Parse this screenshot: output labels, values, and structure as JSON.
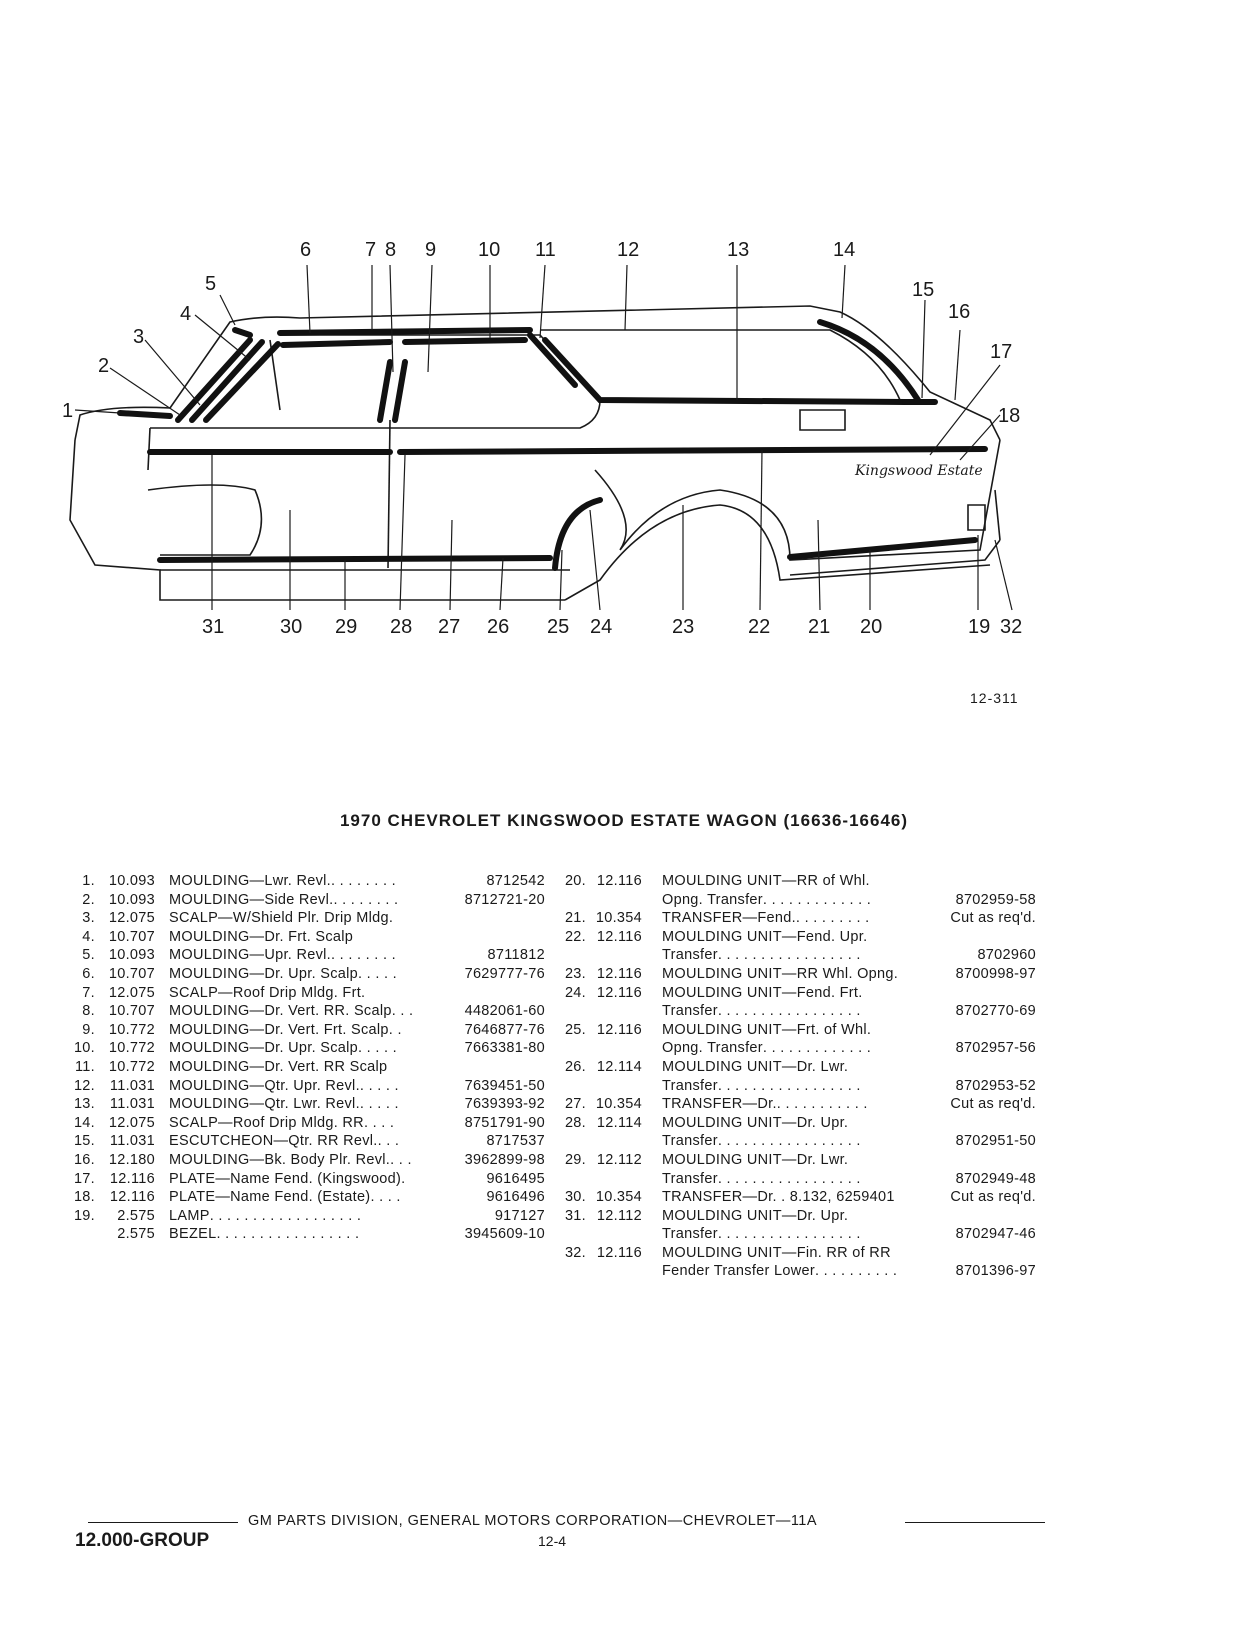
{
  "figure": {
    "id": "12-311",
    "callouts": [
      "1",
      "2",
      "3",
      "4",
      "5",
      "6",
      "7",
      "8",
      "9",
      "10",
      "11",
      "12",
      "13",
      "14",
      "15",
      "16",
      "17",
      "18",
      "19",
      "20",
      "21",
      "22",
      "23",
      "24",
      "25",
      "26",
      "27",
      "28",
      "29",
      "30",
      "31",
      "32"
    ]
  },
  "title": "1970 CHEVROLET KINGSWOOD ESTATE WAGON (16636-16646)",
  "parts_left": [
    {
      "num": "1.",
      "group": "10.093",
      "desc": "MOULDING—Lwr. Revl.",
      "leader": " . . . . . . . .",
      "part": "8712542"
    },
    {
      "num": "2.",
      "group": "10.093",
      "desc": "MOULDING—Side Revl.",
      "leader": " . . . . . . . .",
      "part": "8712721-20"
    },
    {
      "num": "3.",
      "group": "12.075",
      "desc": "SCALP—W/Shield Plr. Drip Mldg.",
      "leader": "",
      "part": ""
    },
    {
      "num": "4.",
      "group": "10.707",
      "desc": "MOULDING—Dr. Frt. Scalp",
      "leader": "",
      "part": ""
    },
    {
      "num": "5.",
      "group": "10.093",
      "desc": "MOULDING—Upr. Revl.",
      "leader": " . . . . . . . .",
      "part": "8711812"
    },
    {
      "num": "6.",
      "group": "10.707",
      "desc": "MOULDING—Dr. Upr. Scalp",
      "leader": " . . . . .",
      "part": "7629777-76"
    },
    {
      "num": "7.",
      "group": "12.075",
      "desc": "SCALP—Roof Drip Mldg. Frt.",
      "leader": "",
      "part": ""
    },
    {
      "num": "8.",
      "group": "10.707",
      "desc": "MOULDING—Dr. Vert. RR. Scalp",
      "leader": " . . .",
      "part": "4482061-60"
    },
    {
      "num": "9.",
      "group": "10.772",
      "desc": "MOULDING—Dr. Vert. Frt. Scalp",
      "leader": " . .",
      "part": "7646877-76"
    },
    {
      "num": "10.",
      "group": "10.772",
      "desc": "MOULDING—Dr. Upr. Scalp",
      "leader": " . . . . .",
      "part": "7663381-80"
    },
    {
      "num": "11.",
      "group": "10.772",
      "desc": "MOULDING—Dr. Vert. RR Scalp",
      "leader": "",
      "part": ""
    },
    {
      "num": "12.",
      "group": "11.031",
      "desc": "MOULDING—Qtr. Upr. Revl.",
      "leader": " . . . . .",
      "part": "7639451-50"
    },
    {
      "num": "13.",
      "group": "11.031",
      "desc": "MOULDING—Qtr. Lwr. Revl.",
      "leader": " . . . . .",
      "part": "7639393-92"
    },
    {
      "num": "14.",
      "group": "12.075",
      "desc": "SCALP—Roof Drip Mldg. RR",
      "leader": " . . . .",
      "part": "8751791-90"
    },
    {
      "num": "15.",
      "group": "11.031",
      "desc": "ESCUTCHEON—Qtr. RR Revl.",
      "leader": " . . .",
      "part": "8717537"
    },
    {
      "num": "16.",
      "group": "12.180",
      "desc": "MOULDING—Bk. Body Plr. Revl.",
      "leader": " . . .",
      "part": "3962899-98"
    },
    {
      "num": "17.",
      "group": "12.116",
      "desc": "PLATE—Name Fend. (Kingswood)",
      "leader": " .",
      "part": "9616495"
    },
    {
      "num": "18.",
      "group": "12.116",
      "desc": "PLATE—Name Fend. (Estate)",
      "leader": " . . . .",
      "part": "9616496"
    },
    {
      "num": "19.",
      "group": "2.575",
      "desc": "LAMP",
      "leader": " . . . . . . . . . . . . . . . . . .",
      "part": "917127"
    },
    {
      "num": "",
      "group": "2.575",
      "desc": "BEZEL",
      "leader": " . . . . . . . . . . . . . . . . .",
      "part": "3945609-10"
    }
  ],
  "parts_right": [
    {
      "num": "20.",
      "group": "12.116",
      "desc": "MOULDING UNIT—RR of Whl.",
      "leader": "",
      "part": ""
    },
    {
      "num": "",
      "group": "",
      "desc": "Opng. Transfer",
      "leader": " . . . . . . . . . . . . .",
      "part": "8702959-58"
    },
    {
      "num": "21.",
      "group": "10.354",
      "desc": "TRANSFER—Fend.",
      "leader": " . . . . . . . . .",
      "part": "Cut as req'd."
    },
    {
      "num": "22.",
      "group": "12.116",
      "desc": "MOULDING UNIT—Fend. Upr.",
      "leader": "",
      "part": ""
    },
    {
      "num": "",
      "group": "",
      "desc": "Transfer",
      "leader": " . . . . . . . . . . . . . . . . .",
      "part": "8702960"
    },
    {
      "num": "23.",
      "group": "12.116",
      "desc": "MOULDING UNIT—RR Whl. Opng.",
      "leader": "",
      "part": "8700998-97"
    },
    {
      "num": "24.",
      "group": "12.116",
      "desc": "MOULDING UNIT—Fend. Frt.",
      "leader": "",
      "part": ""
    },
    {
      "num": "",
      "group": "",
      "desc": "Transfer",
      "leader": " . . . . . . . . . . . . . . . . .",
      "part": "8702770-69"
    },
    {
      "num": "25.",
      "group": "12.116",
      "desc": "MOULDING UNIT—Frt. of Whl.",
      "leader": "",
      "part": ""
    },
    {
      "num": "",
      "group": "",
      "desc": "Opng. Transfer",
      "leader": " . . . . . . . . . . . . .",
      "part": "8702957-56"
    },
    {
      "num": "26.",
      "group": "12.114",
      "desc": "MOULDING UNIT—Dr. Lwr.",
      "leader": "",
      "part": ""
    },
    {
      "num": "",
      "group": "",
      "desc": "Transfer",
      "leader": " . . . . . . . . . . . . . . . . .",
      "part": "8702953-52"
    },
    {
      "num": "27.",
      "group": "10.354",
      "desc": "TRANSFER—Dr.",
      "leader": " . . . . . . . . . . .",
      "part": "Cut as req'd."
    },
    {
      "num": "28.",
      "group": "12.114",
      "desc": "MOULDING UNIT—Dr. Upr.",
      "leader": "",
      "part": ""
    },
    {
      "num": "",
      "group": "",
      "desc": "Transfer",
      "leader": " . . . . . . . . . . . . . . . . .",
      "part": "8702951-50"
    },
    {
      "num": "29.",
      "group": "12.112",
      "desc": "MOULDING UNIT—Dr. Lwr.",
      "leader": "",
      "part": ""
    },
    {
      "num": "",
      "group": "",
      "desc": "Transfer",
      "leader": " . . . . . . . . . . . . . . . . .",
      "part": "8702949-48"
    },
    {
      "num": "30.",
      "group": "10.354",
      "desc": "TRANSFER—Dr. . 8.132, 6259401",
      "leader": "",
      "part": "Cut as req'd."
    },
    {
      "num": "31.",
      "group": "12.112",
      "desc": "MOULDING UNIT—Dr. Upr.",
      "leader": "",
      "part": ""
    },
    {
      "num": "",
      "group": "",
      "desc": "Transfer",
      "leader": " . . . . . . . . . . . . . . . . .",
      "part": "8702947-46"
    },
    {
      "num": "32.",
      "group": "12.116",
      "desc": "MOULDING UNIT—Fin. RR of RR",
      "leader": "",
      "part": ""
    },
    {
      "num": "",
      "group": "",
      "desc": "Fender Transfer Lower",
      "leader": " . . . . . . . . . .",
      "part": "8701396-97"
    }
  ],
  "footer": {
    "text": "GM PARTS DIVISION, GENERAL MOTORS CORPORATION—CHEVROLET—11A",
    "group": "12.000-GROUP",
    "page": "12-4",
    "script_text": "Kingswood Estate"
  }
}
